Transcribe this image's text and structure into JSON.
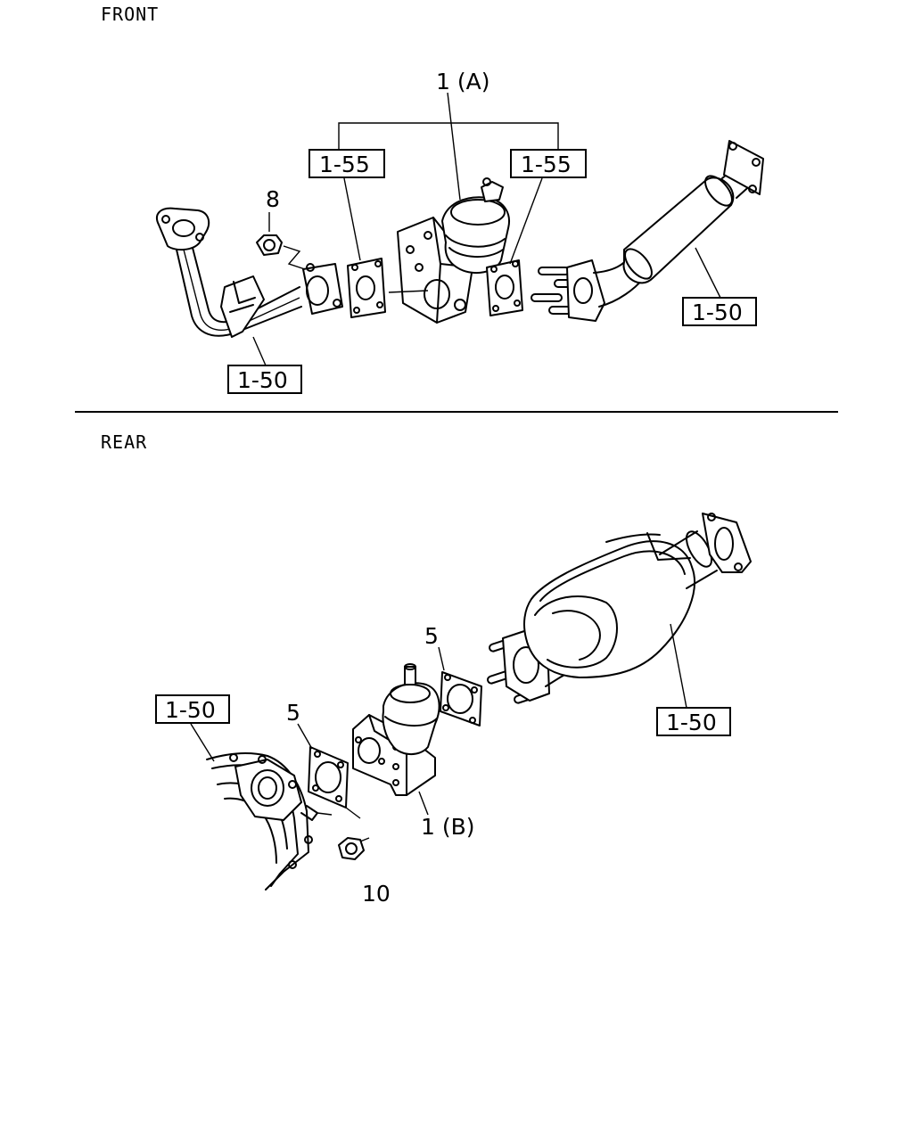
{
  "sections": {
    "front": {
      "title": "FRONT"
    },
    "rear": {
      "title": "REAR"
    }
  },
  "callouts": {
    "front_part_1a": "1 (A)",
    "front_part_8": "8",
    "front_ref_left_1_55": "1-55",
    "front_ref_right_1_55": "1-55",
    "front_ref_left_1_50": "1-50",
    "front_ref_right_1_50": "1-50",
    "rear_part_5_left": "5",
    "rear_part_5_right": "5",
    "rear_part_1b": "1 (B)",
    "rear_part_10": "10",
    "rear_ref_left_1_50": "1-50",
    "rear_ref_right_1_50": "1-50"
  }
}
